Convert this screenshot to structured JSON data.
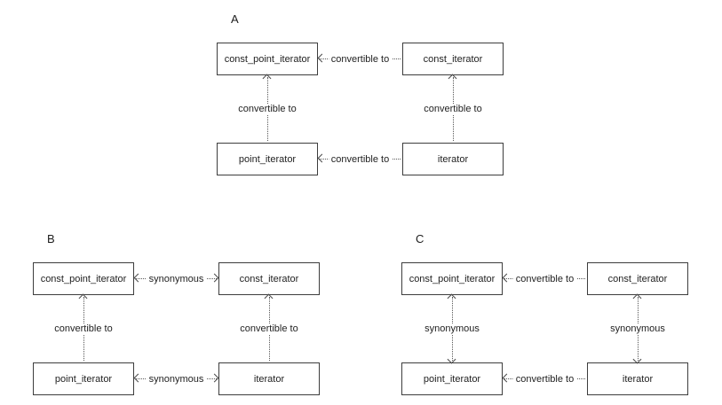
{
  "colors": {
    "background": "#ffffff",
    "node_border": "#3d3d3d",
    "edge_line": "#575757",
    "text": "#222222"
  },
  "diagrams": [
    {
      "label": "A",
      "nodes": {
        "top_left": "const_point_iterator",
        "top_right": "const_iterator",
        "bottom_left": "point_iterator",
        "bottom_right": "iterator"
      },
      "edges": {
        "top": {
          "label": "convertible to",
          "direction": "left"
        },
        "bottom": {
          "label": "convertible to",
          "direction": "left"
        },
        "left": {
          "label": "convertible to",
          "direction": "up"
        },
        "right": {
          "label": "convertible to",
          "direction": "up"
        }
      }
    },
    {
      "label": "B",
      "nodes": {
        "top_left": "const_point_iterator",
        "top_right": "const_iterator",
        "bottom_left": "point_iterator",
        "bottom_right": "iterator"
      },
      "edges": {
        "top": {
          "label": "synonymous",
          "direction": "both"
        },
        "bottom": {
          "label": "synonymous",
          "direction": "both"
        },
        "left": {
          "label": "convertible to",
          "direction": "up"
        },
        "right": {
          "label": "convertible to",
          "direction": "up"
        }
      }
    },
    {
      "label": "C",
      "nodes": {
        "top_left": "const_point_iterator",
        "top_right": "const_iterator",
        "bottom_left": "point_iterator",
        "bottom_right": "iterator"
      },
      "edges": {
        "top": {
          "label": "convertible to",
          "direction": "left"
        },
        "bottom": {
          "label": "convertible to",
          "direction": "left"
        },
        "left": {
          "label": "synonymous",
          "direction": "both"
        },
        "right": {
          "label": "synonymous",
          "direction": "both"
        }
      }
    }
  ]
}
